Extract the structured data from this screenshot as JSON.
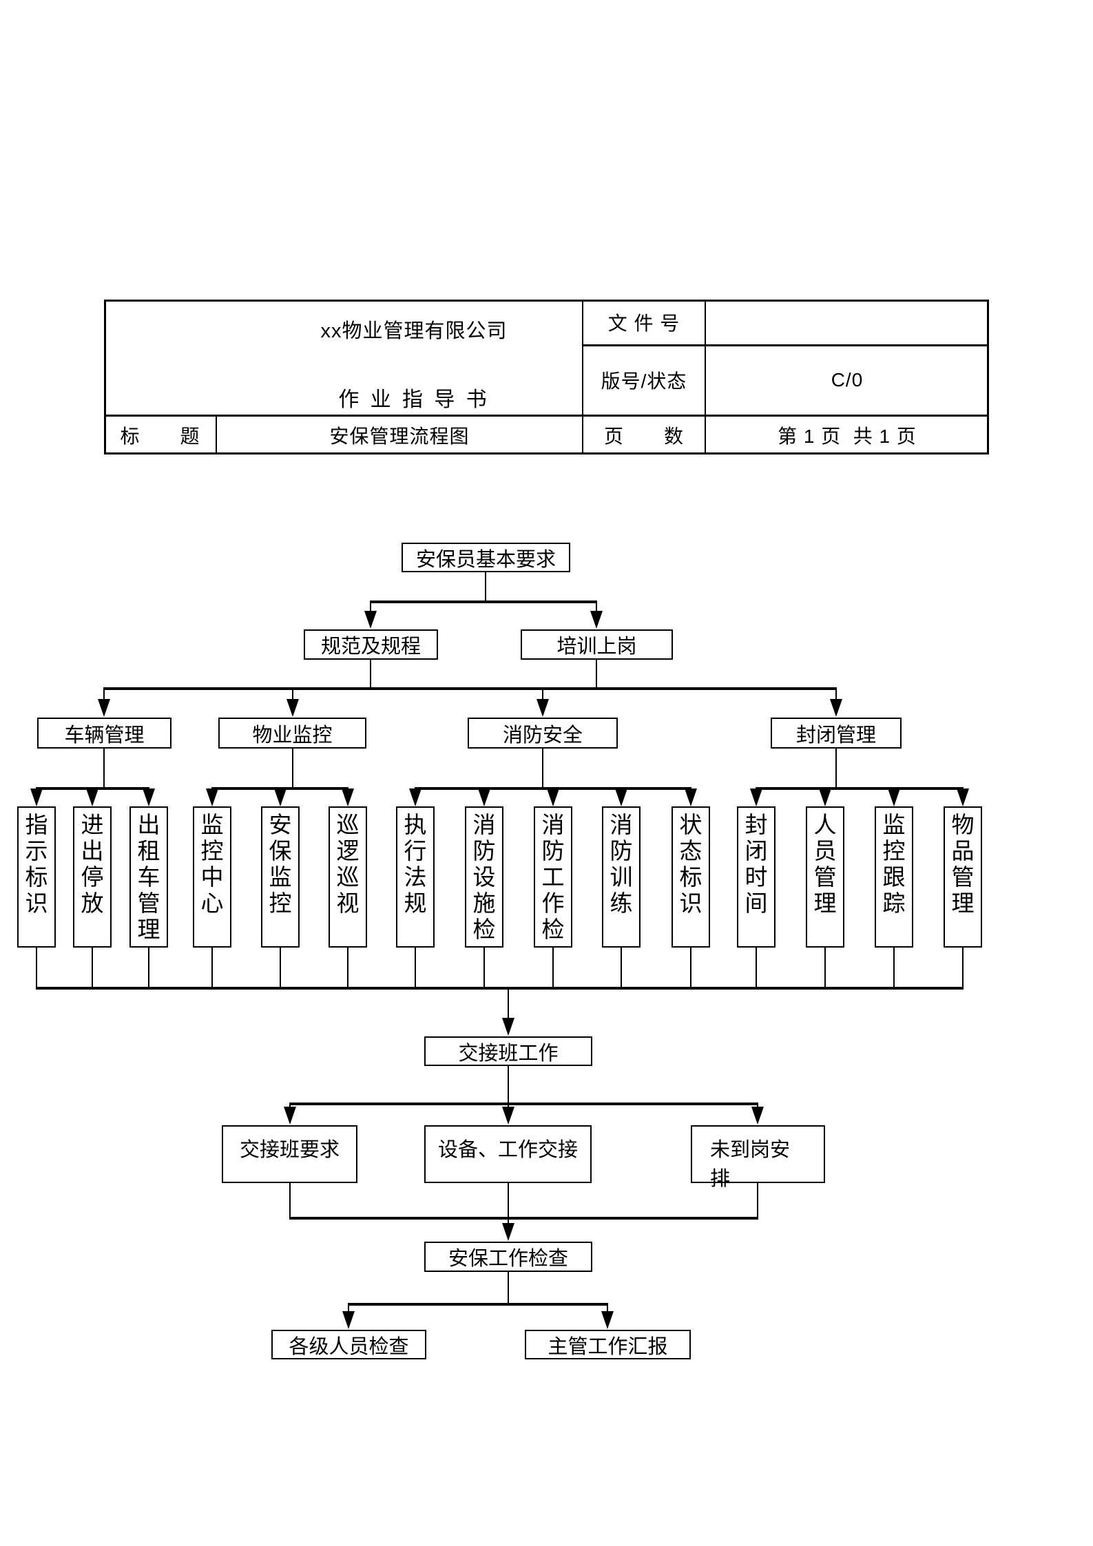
{
  "header_table": {
    "company": "xx物业管理有限公司",
    "doc_type": "作 业 指 导 书",
    "file_no_label": "文 件 号",
    "file_no_value": "",
    "version_label": "版号/状态",
    "version_value": "C/0",
    "title_label": "标　　题",
    "title_value": "安保管理流程图",
    "pages_label": "页　　数",
    "pages_value": "第 1 页  共 1 页"
  },
  "flowchart": {
    "root": "安保员基本要求",
    "level2": [
      "规范及规程",
      "培训上岗"
    ],
    "level3": [
      "车辆管理",
      "物业监控",
      "消防安全",
      "封闭管理"
    ],
    "vehicle_children": [
      "指示标识",
      "进出停放",
      "出租车管理"
    ],
    "monitor_children": [
      "监控中心",
      "安保监控",
      "巡逻巡视"
    ],
    "fire_children": [
      "执行法规",
      "消防设施检",
      "消防工作检",
      "消防训练",
      "状态标识"
    ],
    "closure_children": [
      "封闭时间",
      "人员管理",
      "监控跟踪",
      "物品管理"
    ],
    "handover": "交接班工作",
    "handover_children": [
      "交接班要求",
      "设备、工作交接",
      "未到岗安排"
    ],
    "inspection": "安保工作检查",
    "inspection_children": [
      "各级人员检查",
      "主管工作汇报"
    ]
  }
}
